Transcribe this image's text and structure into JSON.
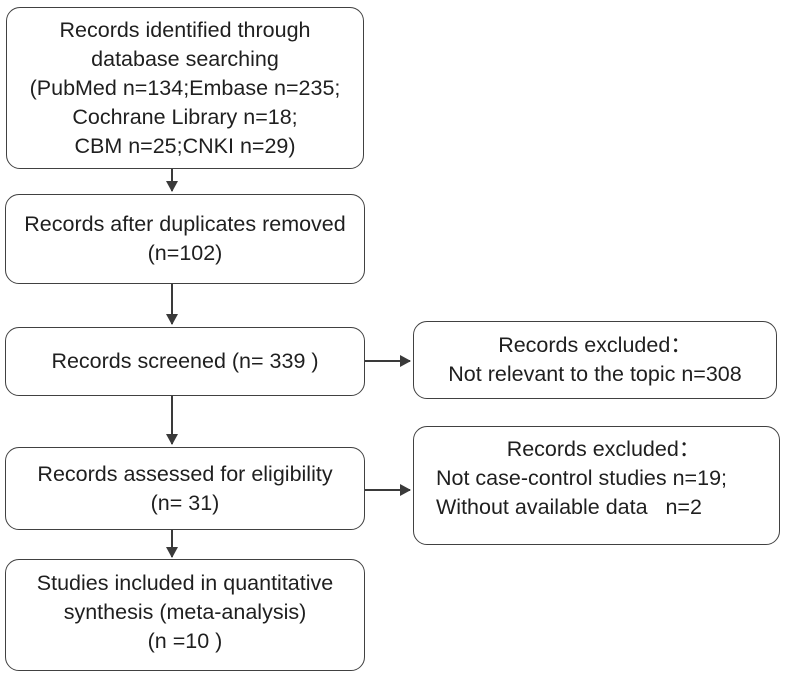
{
  "figure": {
    "type": "prisma-flow-diagram",
    "background_color": "#ffffff",
    "border_color": "#414141",
    "text_color": "#1f1f1f",
    "arrow_color": "#3a3a3a"
  },
  "boxes": {
    "identification": {
      "lines": [
        "Records identified through",
        "database searching",
        "(PubMed n=134;Embase n=235;",
        "Cochrane Library n=18;",
        "CBM n=25;CNKI n=29)"
      ]
    },
    "duplicates": {
      "lines": [
        "Records after duplicates removed",
        "(n=102)"
      ]
    },
    "screened": {
      "lines": [
        "Records screened (n= 339 )"
      ]
    },
    "excluded_screening": {
      "lines": [
        "Records excluded：",
        "Not relevant to the topic n=308"
      ]
    },
    "eligibility": {
      "lines": [
        "Records assessed for eligibility",
        "(n= 31)"
      ]
    },
    "excluded_eligibility": {
      "lines": [
        "Records excluded：",
        "Not case-control studies n=19;",
        "Without available data   n=2"
      ]
    },
    "included": {
      "lines": [
        "Studies included in quantitative",
        "synthesis (meta-analysis)",
        "(n =10 )"
      ]
    }
  },
  "edges": [
    {
      "from": "identification",
      "to": "duplicates",
      "direction": "down"
    },
    {
      "from": "duplicates",
      "to": "screened",
      "direction": "down"
    },
    {
      "from": "screened",
      "to": "excluded_screening",
      "direction": "right"
    },
    {
      "from": "screened",
      "to": "eligibility",
      "direction": "down"
    },
    {
      "from": "eligibility",
      "to": "excluded_eligibility",
      "direction": "right"
    },
    {
      "from": "eligibility",
      "to": "included",
      "direction": "down"
    }
  ]
}
